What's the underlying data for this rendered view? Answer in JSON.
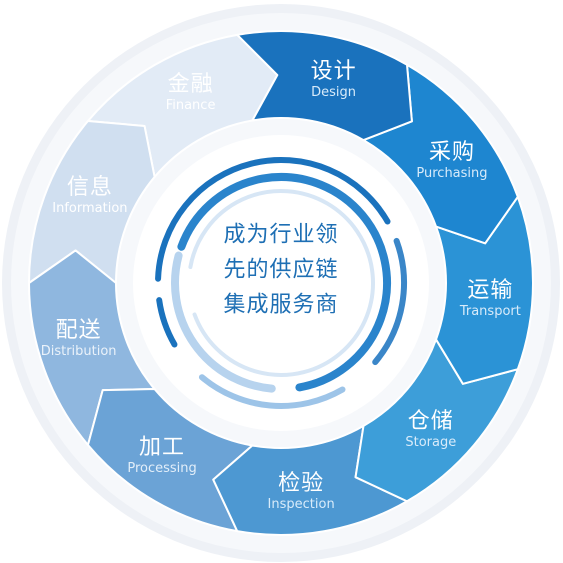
{
  "center": {
    "lines": [
      "成为行业领",
      "先的供应链",
      "集成服务商"
    ]
  },
  "segments": [
    {
      "zh": "设计",
      "en": "Design",
      "color": "#1a72bd",
      "text": "#ffffff",
      "sub": "#d8ebfa"
    },
    {
      "zh": "采购",
      "en": "Purchasing",
      "color": "#1e86d0",
      "text": "#ffffff",
      "sub": "#d8ebfa"
    },
    {
      "zh": "运输",
      "en": "Transport",
      "color": "#2b93d6",
      "text": "#ffffff",
      "sub": "#d8ebfa"
    },
    {
      "zh": "仓储",
      "en": "Storage",
      "color": "#3d9ed9",
      "text": "#ffffff",
      "sub": "#d8ebfa"
    },
    {
      "zh": "检验",
      "en": "Inspection",
      "color": "#4d98d2",
      "text": "#ffffff",
      "sub": "#d8ebfa"
    },
    {
      "zh": "加工",
      "en": "Processing",
      "color": "#6ba3d6",
      "text": "#ffffff",
      "sub": "#e2eef9"
    },
    {
      "zh": "配送",
      "en": "Distribution",
      "color": "#8fb7df",
      "text": "#ffffff",
      "sub": "#eaf2fa"
    },
    {
      "zh": "信息",
      "en": "Information",
      "color": "#d0dff0",
      "text": "#ffffff",
      "sub": "#ffffff"
    },
    {
      "zh": "金融",
      "en": "Finance",
      "color": "#e2ebf6",
      "text": "#ffffff",
      "sub": "#ffffff"
    }
  ]
}
